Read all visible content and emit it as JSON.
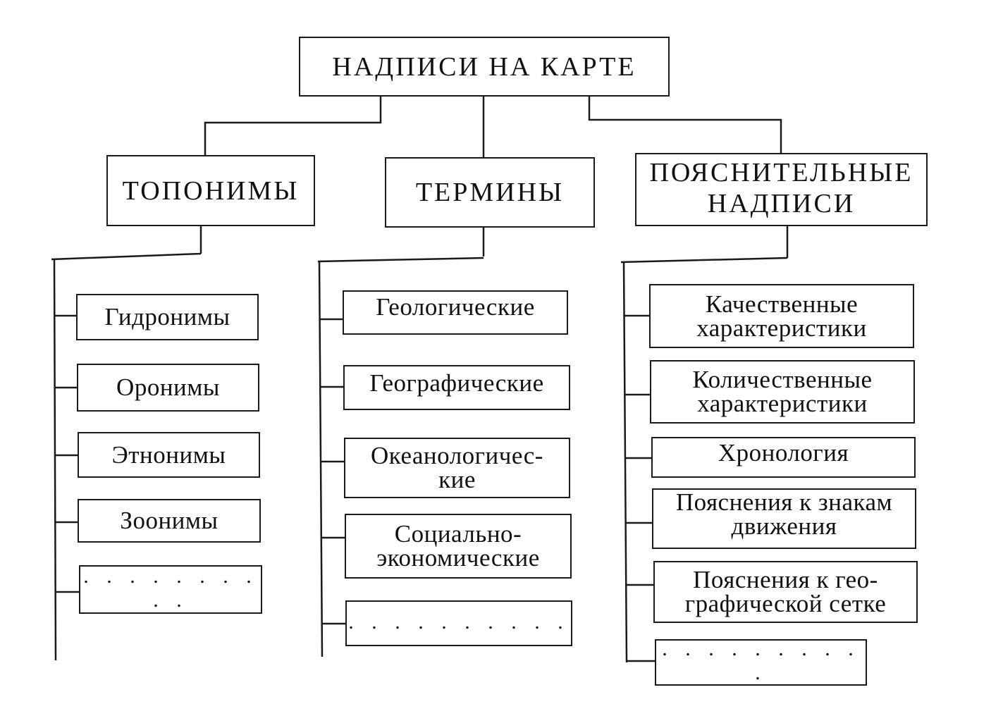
{
  "root": {
    "label": "НАДПИСИ НА КАРТЕ"
  },
  "categories": [
    {
      "label": "ТОПОНИМЫ",
      "items": [
        "Гидронимы",
        "Оронимы",
        "Этнонимы",
        "Зоонимы",
        ". . . . . . . . . ."
      ]
    },
    {
      "label": "ТЕРМИНЫ",
      "items": [
        "Геологические",
        "Географические",
        "Океанологичес-\nкие",
        "Социально-\nэкономические",
        ". . . . . . . . . ."
      ]
    },
    {
      "label": "ПОЯСНИТЕЛЬНЫЕ\nНАДПИСИ",
      "items": [
        "Качественные\nхарактеристики",
        "Количественные\nхарактеристики",
        "Хронология",
        "Пояснения к знакам\nдвижения",
        "Пояснения к гео-\nграфической сетке",
        ". . . . . . . . . ."
      ]
    }
  ]
}
